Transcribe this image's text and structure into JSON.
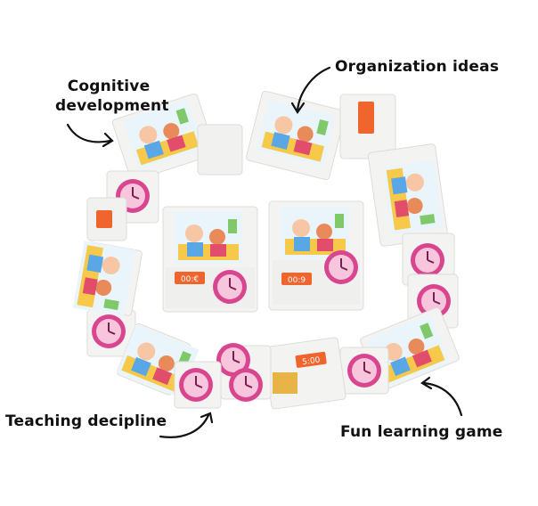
{
  "callouts": {
    "cognitive": "Cognitive development",
    "organization": "Organization ideas",
    "teaching": "Teaching decipline",
    "fun": "Fun learning game"
  },
  "card_clock_times": [
    "00:€",
    "00:9",
    "5:00"
  ],
  "colors": {
    "card": "#f3f3f1",
    "clock_ring": "#d9468f",
    "clock_face": "#f7c6dc",
    "time_badge": "#f0642d",
    "arrow": "#111111"
  }
}
